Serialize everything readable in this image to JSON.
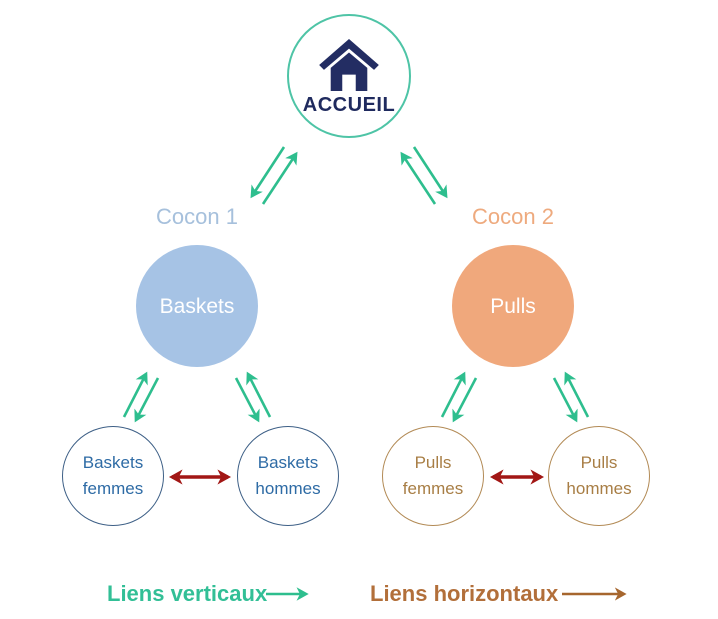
{
  "diagram": {
    "root": {
      "label": "ACCUEIL",
      "icon": "home-icon"
    },
    "cocons": [
      {
        "group_label": "Cocon 1",
        "hub": {
          "label": "Baskets",
          "fill": "#a6c3e5"
        },
        "children": [
          {
            "label": "Baskets femmes"
          },
          {
            "label": "Baskets hommes"
          }
        ]
      },
      {
        "group_label": "Cocon 2",
        "hub": {
          "label": "Pulls",
          "fill": "#f0a87c"
        },
        "children": [
          {
            "label": "Pulls femmes"
          },
          {
            "label": "Pulls hommes"
          }
        ]
      }
    ]
  },
  "legend": {
    "vertical_label": "Liens verticaux",
    "horizontal_label": "Liens horizontaux"
  },
  "colors": {
    "vertical_link": "#2ebe8e",
    "horizontal_link": "#a21715",
    "legend_vertical_text": "#32bf96",
    "legend_horizontal_text": "#b26f3a",
    "legend_horizontal_arrow": "#a6662e",
    "root_border": "#4ec4a6",
    "root_text": "#1f2a5e",
    "home_icon": "#232d63",
    "cocon1_label": "#a6c0dc",
    "cocon2_label": "#eeaa7e",
    "child_blue_border": "#3d5f86",
    "child_blue_text": "#2e6ba5",
    "child_brown_border": "#b28a55",
    "child_brown_text": "#a87e45"
  }
}
